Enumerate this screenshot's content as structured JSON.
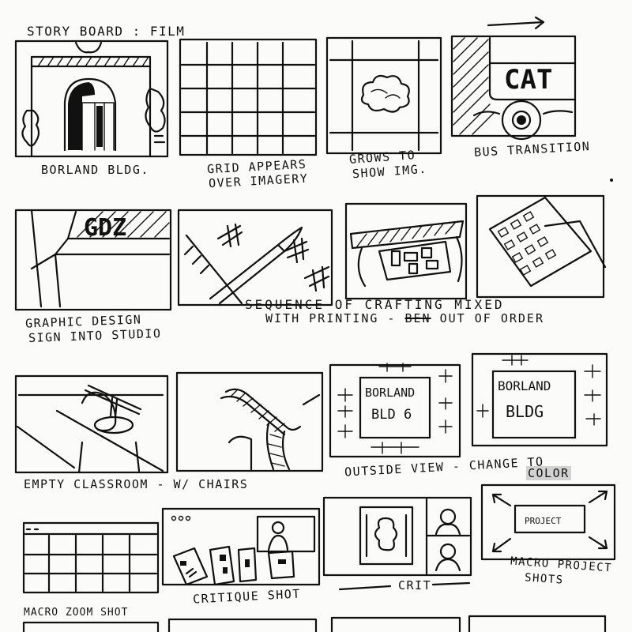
{
  "title": "STORY BOARD : FILM",
  "panel1": {
    "caption": "BORLAND BLDG."
  },
  "panel2": {
    "caption_line1": "GRID APPEARS",
    "caption_line2": "OVER IMAGERY"
  },
  "panel3": {
    "caption_line1": "GROWS TO",
    "caption_line2": "SHOW IMG."
  },
  "panel4": {
    "caption": "BUS TRANSITION",
    "sign_text": "CAT"
  },
  "panel5": {
    "caption_line1": "GRAPHIC DESIGN",
    "caption_line2": "SIGN INTO STUDIO",
    "sign_text": "GDZ"
  },
  "sequence": {
    "line1": "SEQUENCE OF CRAFTING MIXED",
    "line2_prefix": "WITH PRINTING -",
    "line2_struck": "ВЕN",
    "line2_suffix": "OUT OF ORDER"
  },
  "empty_classroom": {
    "caption": "EMPTY CLASSROOM - W/ CHAIRS"
  },
  "outside_view": {
    "caption_prefix": "OUTSIDE VIEW -",
    "caption_change": "CHANGE TO",
    "caption_color": "COLOR",
    "sign_line1": "BORLAND",
    "sign_line2": "BLD 6",
    "sign_line2_alt": "BLDG"
  },
  "macro_zoom": {
    "caption": "MACRO ZOOM SHOT"
  },
  "critique": {
    "caption": "CRITIQUE SHOT",
    "crit_label": "CRIT"
  },
  "macro_project": {
    "caption_line1": "MACRO PROJECT",
    "caption_line2": "SHOTS",
    "box_label": "PROJECT"
  }
}
